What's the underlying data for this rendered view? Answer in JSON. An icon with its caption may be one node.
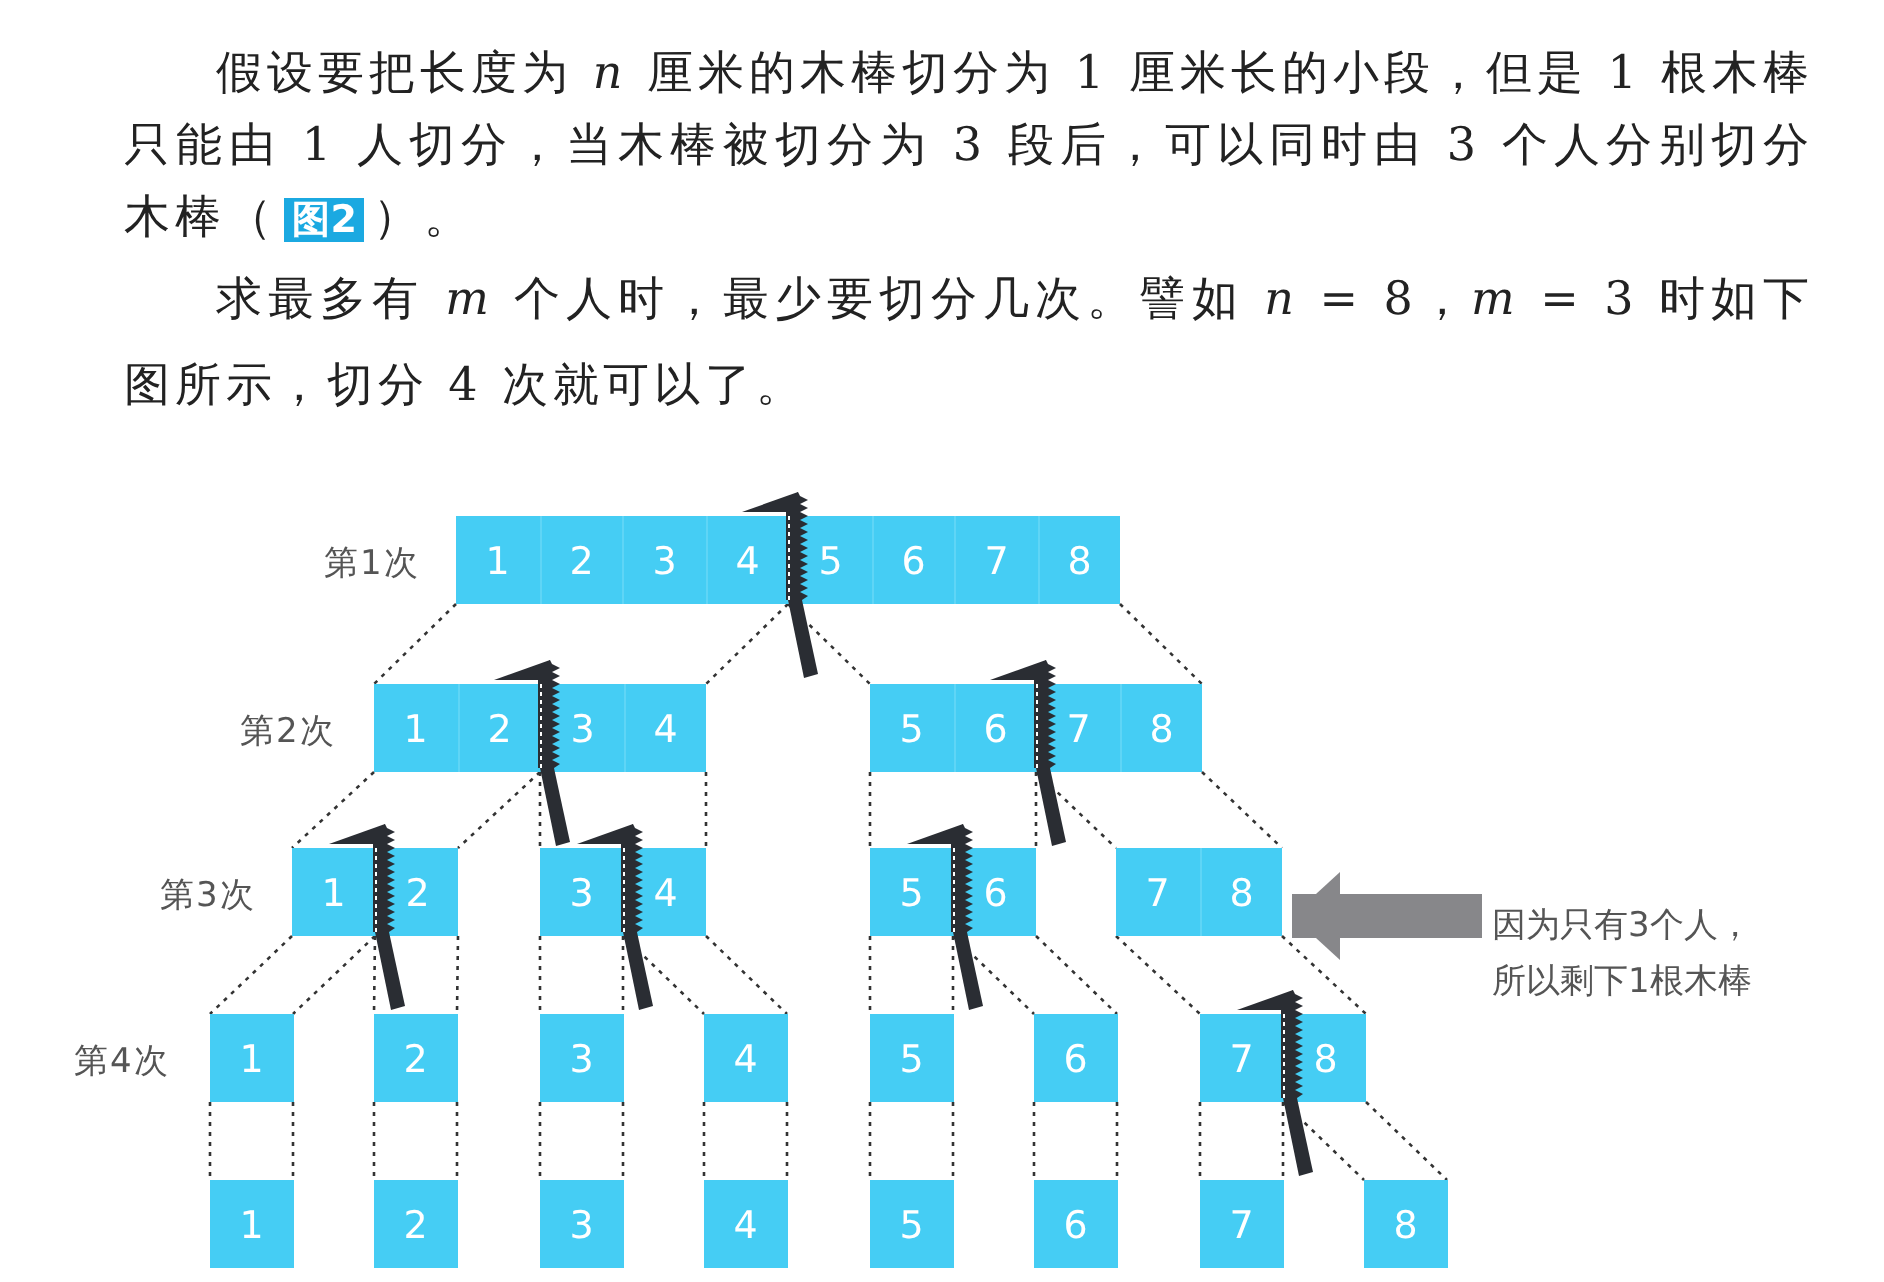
{
  "diagram": {
    "nodes": [
      {
        "text": [
          "1",
          "2",
          "3",
          "4",
          "5",
          "6",
          "7",
          "8"
        ]
      },
      {
        "text": [
          "1",
          "2",
          "3",
          "4"
        ]
      },
      {
        "text": [
          "5",
          "6",
          "7",
          "8"
        ]
      },
      {
        "text": [
          "1",
          "2"
        ]
      },
      {
        "text": [
          "3",
          "4"
        ]
      },
      {
        "text": [
          "5",
          "6"
        ]
      },
      {
        "text": [
          "7",
          "8"
        ]
      },
      {
        "text": [
          "1"
        ]
      },
      {
        "text": [
          "2"
        ]
      },
      {
        "text": [
          "3"
        ]
      },
      {
        "text": [
          "4"
        ]
      },
      {
        "text": [
          "5"
        ]
      },
      {
        "text": [
          "6"
        ]
      },
      {
        "text": [
          "7",
          "8"
        ]
      },
      {
        "text": [
          "1"
        ]
      },
      {
        "text": [
          "2"
        ]
      },
      {
        "text": [
          "3"
        ]
      },
      {
        "text": [
          "4"
        ]
      },
      {
        "text": [
          "5"
        ]
      },
      {
        "text": [
          "6"
        ]
      },
      {
        "text": [
          "7"
        ]
      },
      {
        "text": [
          "8"
        ]
      },
      {
        "text": [
          "因为只有3个人，所以剩下1根木棒"
        ]
      }
    ],
    "edges": [
      {
        "from": 0,
        "to": 1,
        "arrow": "none",
        "style": "dashed"
      },
      {
        "from": 0,
        "to": 1,
        "arrow": "none",
        "style": "dashed"
      },
      {
        "from": 0,
        "to": 2,
        "arrow": "none",
        "style": "dashed"
      },
      {
        "from": 0,
        "to": 2,
        "arrow": "none",
        "style": "dashed"
      },
      {
        "from": 1,
        "to": 3,
        "arrow": "none",
        "style": "dashed"
      },
      {
        "from": 1,
        "to": 3,
        "arrow": "none",
        "style": "dashed"
      },
      {
        "from": 1,
        "to": 4,
        "arrow": "none",
        "style": "dashed"
      },
      {
        "from": 1,
        "to": 4,
        "arrow": "none",
        "style": "dashed"
      },
      {
        "from": 2,
        "to": 5,
        "arrow": "none",
        "style": "dashed"
      },
      {
        "from": 2,
        "to": 5,
        "arrow": "none",
        "style": "dashed"
      },
      {
        "from": 2,
        "to": 6,
        "arrow": "none",
        "style": "dashed"
      },
      {
        "from": 2,
        "to": 6,
        "arrow": "none",
        "style": "dashed"
      },
      {
        "from": 3,
        "to": 7,
        "arrow": "none",
        "style": "dashed"
      },
      {
        "from": 3,
        "to": 7,
        "arrow": "none",
        "style": "dashed"
      },
      {
        "from": 3,
        "to": 8,
        "arrow": "none",
        "style": "dashed"
      },
      {
        "from": 3,
        "to": 8,
        "arrow": "none",
        "style": "dashed"
      },
      {
        "from": 4,
        "to": 9,
        "arrow": "none",
        "style": "dashed"
      },
      {
        "from": 4,
        "to": 9,
        "arrow": "none",
        "style": "dashed"
      },
      {
        "from": 4,
        "to": 10,
        "arrow": "none",
        "style": "dashed"
      },
      {
        "from": 4,
        "to": 10,
        "arrow": "none",
        "style": "dashed"
      },
      {
        "from": 5,
        "to": 11,
        "arrow": "none",
        "style": "dashed"
      },
      {
        "from": 5,
        "to": 11,
        "arrow": "none",
        "style": "dashed"
      },
      {
        "from": 5,
        "to": 12,
        "arrow": "none",
        "style": "dashed"
      },
      {
        "from": 5,
        "to": 12,
        "arrow": "none",
        "style": "dashed"
      },
      {
        "from": 6,
        "to": 13,
        "arrow": "none",
        "style": "dashed"
      },
      {
        "from": 6,
        "to": 13,
        "arrow": "none",
        "style": "dashed"
      },
      {
        "from": 7,
        "to": 14,
        "arrow": "none",
        "style": "dashed"
      },
      {
        "from": 7,
        "to": 14,
        "arrow": "none",
        "style": "dashed"
      },
      {
        "from": 8,
        "to": 15,
        "arrow": "none",
        "style": "dashed"
      },
      {
        "from": 8,
        "to": 15,
        "arrow": "none",
        "style": "dashed"
      },
      {
        "from": 9,
        "to": 16,
        "arrow": "none",
        "style": "dashed"
      },
      {
        "from": 9,
        "to": 16,
        "arrow": "none",
        "style": "dashed"
      },
      {
        "from": 10,
        "to": 17,
        "arrow": "none",
        "style": "dashed"
      },
      {
        "from": 10,
        "to": 17,
        "arrow": "none",
        "style": "dashed"
      },
      {
        "from": 11,
        "to": 18,
        "arrow": "none",
        "style": "dashed"
      },
      {
        "from": 11,
        "to": 18,
        "arrow": "none",
        "style": "dashed"
      },
      {
        "from": 12,
        "to": 19,
        "arrow": "none",
        "style": "dashed"
      },
      {
        "from": 12,
        "to": 19,
        "arrow": "none",
        "style": "dashed"
      },
      {
        "from": 13,
        "to": 20,
        "arrow": "none",
        "style": "dashed"
      },
      {
        "from": 13,
        "to": 20,
        "arrow": "none",
        "style": "dashed"
      },
      {
        "from": 13,
        "to": 21,
        "arrow": "none",
        "style": "dashed"
      },
      {
        "from": 13,
        "to": 21,
        "arrow": "none",
        "style": "dashed"
      },
      {
        "from": 22,
        "to": 6,
        "arrow": "to",
        "style": "thick",
        "color": "#87878a"
      }
    ],
    "labels": [
      "假设要把长度为 *n* 厘米的木棒切分为 1 厘米长的小段，但是 1 根木棒只能由 1 人切分，当木棒被切分为 3 段后，可以同时由 3 个人分别切分木棒（",
      "图2",
      "）。",
      "求最多有 *m* 个人时，最少要切分几次。譬如 *n* = 8，*m* = 3 时如下图所示，切分 4 次就可以了。",
      "第1次",
      "第2次",
      "第3次",
      "第4次"
    ]
  }
}
